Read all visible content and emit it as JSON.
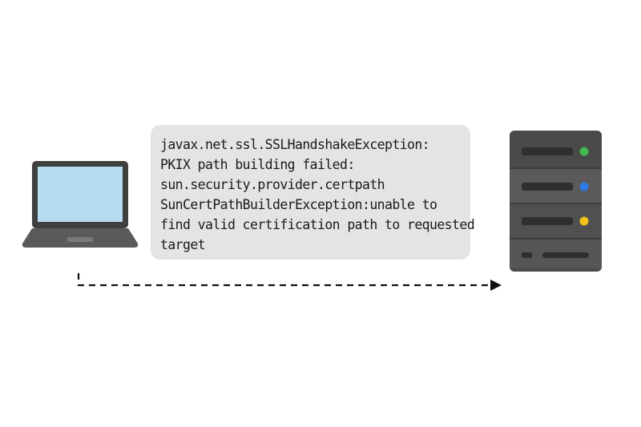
{
  "error_message": {
    "lines": [
      "javax.net.ssl.SSLHandshakeException:",
      "PKIX path building failed:",
      "sun.security.provider.certpath",
      "SunCertPathBuilderException:unable to",
      "find valid certification path to requested",
      "target"
    ]
  },
  "client": {
    "icon": "laptop-icon",
    "screen_color": "#b5dcf1",
    "body_color": "#5a5a5a"
  },
  "server": {
    "icon": "server-rack-icon",
    "led_colors": [
      "#3fb950",
      "#2f7be5",
      "#f2c21a"
    ]
  },
  "connection": {
    "style": "dashed",
    "direction": "client-to-server"
  }
}
